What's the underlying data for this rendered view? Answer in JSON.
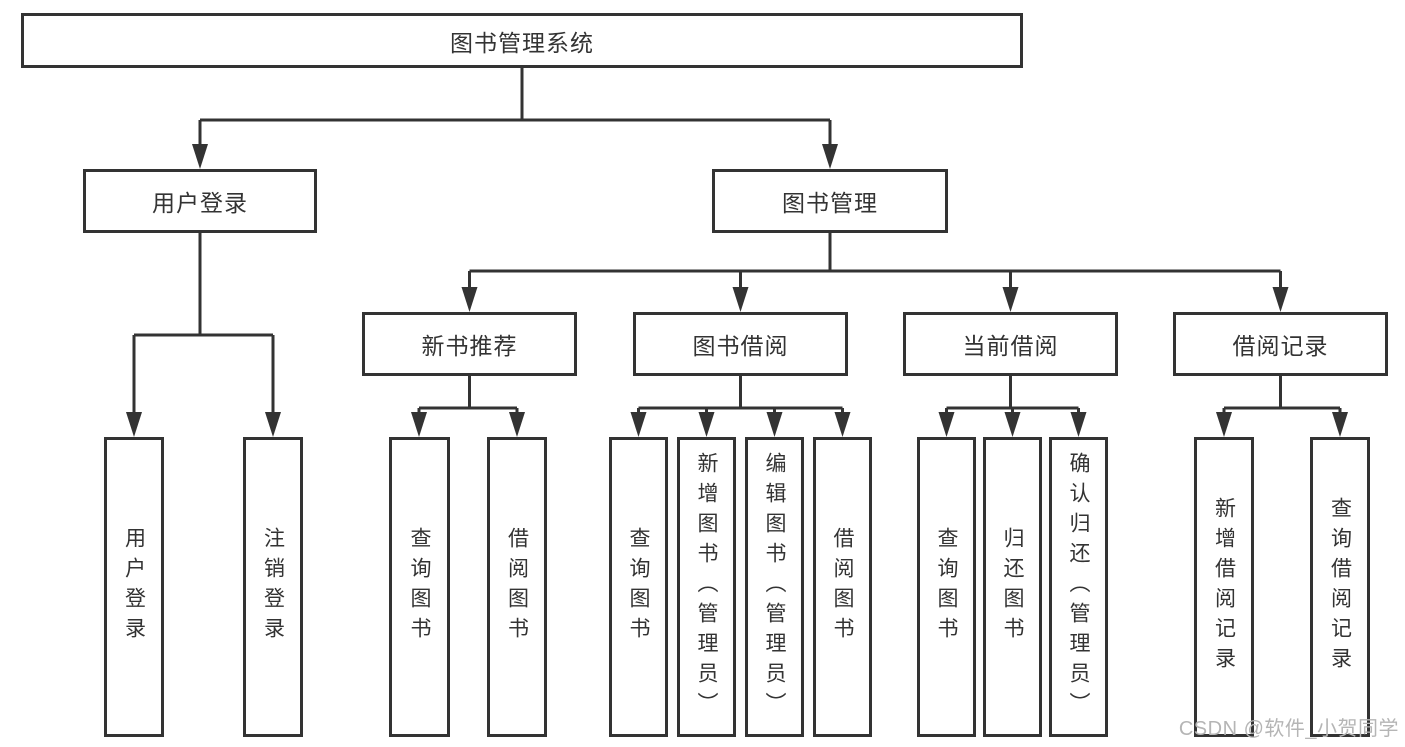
{
  "colors": {
    "background": "#ffffff",
    "line": "#333333",
    "text": "#333333",
    "box_background": "#ffffff",
    "watermark": "#b5b5b5"
  },
  "watermark": "CSDN @软件_小贺同学",
  "tree": {
    "root": "图书管理系统",
    "branches": [
      {
        "label": "用户登录",
        "leaves": [
          "用户登录",
          "注销登录"
        ]
      },
      {
        "label": "图书管理",
        "subbranches": [
          {
            "label": "新书推荐",
            "leaves": [
              "查询图书",
              "借阅图书"
            ]
          },
          {
            "label": "图书借阅",
            "leaves": [
              "查询图书",
              "新增图书（管理员）",
              "编辑图书（管理员）",
              "借阅图书"
            ]
          },
          {
            "label": "当前借阅",
            "leaves": [
              "查询图书",
              "归还图书",
              "确认归还（管理员）"
            ]
          },
          {
            "label": "借阅记录",
            "leaves": [
              "新增借阅记录",
              "查询借阅记录"
            ]
          }
        ]
      }
    ]
  }
}
